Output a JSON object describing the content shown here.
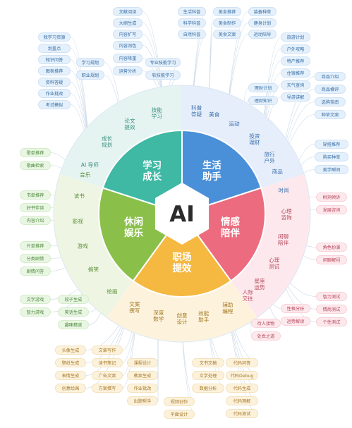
{
  "center": {
    "label": "AI"
  },
  "palette": {
    "blue": "#5b9bd5",
    "teal": "#3fb8a4",
    "green": "#8ac04a",
    "yellow": "#f5b840",
    "pink": "#ec6b7e",
    "ring_light": "#e9f2fb"
  },
  "sectors": [
    {
      "id": "study",
      "lines": [
        "学习",
        "成长"
      ],
      "color": "#3fb8a4"
    },
    {
      "id": "life",
      "lines": [
        "生活",
        "助手"
      ],
      "color": "#4a90d9"
    },
    {
      "id": "emotion",
      "lines": [
        "情感",
        "陪伴"
      ],
      "color": "#ec6b7e"
    },
    {
      "id": "work",
      "lines": [
        "职场",
        "提效"
      ],
      "color": "#f5b840"
    },
    {
      "id": "leisure",
      "lines": [
        "休闲",
        "娱乐"
      ],
      "color": "#8ac04a"
    }
  ],
  "ring_labels": [
    {
      "lines": [
        "技能",
        "学习"
      ]
    },
    {
      "lines": [
        "论文",
        "提效"
      ]
    },
    {
      "lines": [
        "成长",
        "规划"
      ]
    },
    {
      "lines": [
        "AI 导师"
      ]
    },
    {
      "lines": [
        "科普",
        "答疑"
      ]
    },
    {
      "lines": [
        "美食"
      ]
    },
    {
      "lines": [
        "运动"
      ]
    },
    {
      "lines": [
        "投资",
        "理财"
      ]
    },
    {
      "lines": [
        "旅行",
        "户外"
      ]
    },
    {
      "lines": [
        "商品"
      ]
    },
    {
      "lines": [
        "时尚"
      ]
    },
    {
      "lines": [
        "心理",
        "咨询"
      ]
    },
    {
      "lines": [
        "闲聊",
        "陪伴"
      ]
    },
    {
      "lines": [
        "心理",
        "测试"
      ]
    },
    {
      "lines": [
        "星座",
        "运势"
      ]
    },
    {
      "lines": [
        "人际",
        "交往"
      ]
    },
    {
      "lines": [
        "辅助",
        "编程"
      ]
    },
    {
      "lines": [
        "效能",
        "助手"
      ]
    },
    {
      "lines": [
        "创意",
        "设计"
      ]
    },
    {
      "lines": [
        "深度",
        "数学"
      ]
    },
    {
      "lines": [
        "文案",
        "撰写"
      ]
    },
    {
      "lines": [
        "绘画"
      ]
    },
    {
      "lines": [
        "搞笑"
      ]
    },
    {
      "lines": [
        "游戏"
      ]
    },
    {
      "lines": [
        "影视"
      ]
    },
    {
      "lines": [
        "读书"
      ]
    },
    {
      "lines": [
        "音乐"
      ]
    }
  ],
  "tags": {
    "top_row1": [
      "文献阅读",
      "生活科普",
      "美食推荐",
      "装备种草"
    ],
    "top_row2": [
      "大纲生成",
      "科学科普",
      "美食制作",
      "健身计划"
    ],
    "top_row3": [
      "内容扩写",
      "自然科普",
      "美食文案",
      "运动陪导"
    ],
    "study_col1": [
      "内容润色",
      "内容降重",
      "运营分析"
    ],
    "study_col2": [
      "学习规划",
      "职业规划"
    ],
    "study_col3": [
      "专业技能学习",
      "软技能学习"
    ],
    "study_left": [
      "我学习资源",
      "划重点",
      "知识问答",
      "图表推荐",
      "资料答疑",
      "作业批改",
      "考试模拟"
    ],
    "life_col1": [
      "理财计划",
      "理财知识"
    ],
    "life_col2": [
      "旅游计划",
      "户外攻略",
      "特产推荐",
      "住宿推荐",
      "天气查询",
      "导游讲解"
    ],
    "life_col3": [
      "商品介绍",
      "商品横评",
      "选购指南",
      "种草文案"
    ],
    "life_col4": [
      "穿搭推荐",
      "购买种草",
      "美学瞬间"
    ],
    "emotion_right1": [
      "树洞倾诉",
      "发展咨询"
    ],
    "emotion_right2": [
      "角色扮演",
      "闲聊解闷"
    ],
    "emotion_right3": [
      "智力测试",
      "情商测试",
      "个性测试"
    ],
    "emotion_mid": [
      "性格分析",
      "运势解读"
    ],
    "emotion_low": [
      "待人接物",
      "处世之道"
    ],
    "leisure_left1": [
      "歌单推荐",
      "歌曲检索"
    ],
    "leisure_left2": [
      "书单推荐",
      "好书伴读",
      "内容介绍"
    ],
    "leisure_left3": [
      "片单推荐",
      "分类剧情",
      "剧情问答"
    ],
    "leisure_left4": [
      "文字游戏",
      "智力游戏"
    ],
    "leisure_left5": [
      "段子生成",
      "笑话生成",
      "趣味猜谜"
    ],
    "work_col1": [
      "头像生成",
      "壁纸生成",
      "表情生成",
      "创意绘画"
    ],
    "work_col2": [
      "文章写作",
      "读书笔记",
      "广告文案",
      "方案撰写"
    ],
    "work_col3": [
      "课程设计",
      "教案生成",
      "作业批改",
      "出题帮手"
    ],
    "work_col4": [
      "视频创作",
      "平面设计"
    ],
    "work_col5": [
      "文书文稿",
      "文字处理",
      "数据分析"
    ],
    "work_col6": [
      "代码问答",
      "代码Debug",
      "代码生成",
      "代码理解",
      "代码测试"
    ]
  }
}
